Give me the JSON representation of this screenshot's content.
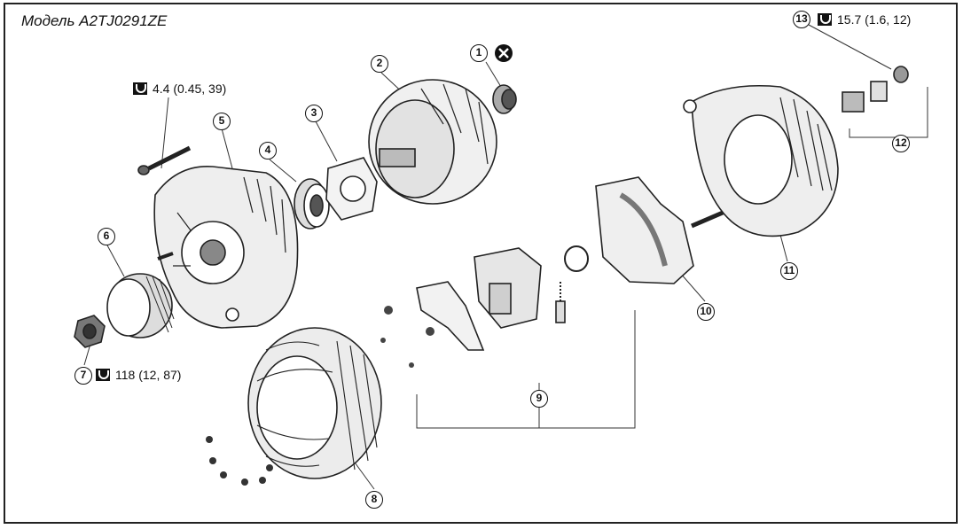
{
  "model_title": "Модель A2TJ0291ZE",
  "torque_specs": {
    "t1": "4.4 (0.45, 39)",
    "t2": "118 (12, 87)",
    "t3": "15.7 (1.6, 12)"
  },
  "callouts": {
    "c1": "1",
    "c2": "2",
    "c3": "3",
    "c4": "4",
    "c5": "5",
    "c6": "6",
    "c7": "7",
    "c8": "8",
    "c9": "9",
    "c10": "10",
    "c11": "11",
    "c12": "12",
    "c13": "13"
  },
  "icons": {
    "not_reusable": "not-reusable-icon",
    "torque": "torque-wrench-icon"
  }
}
